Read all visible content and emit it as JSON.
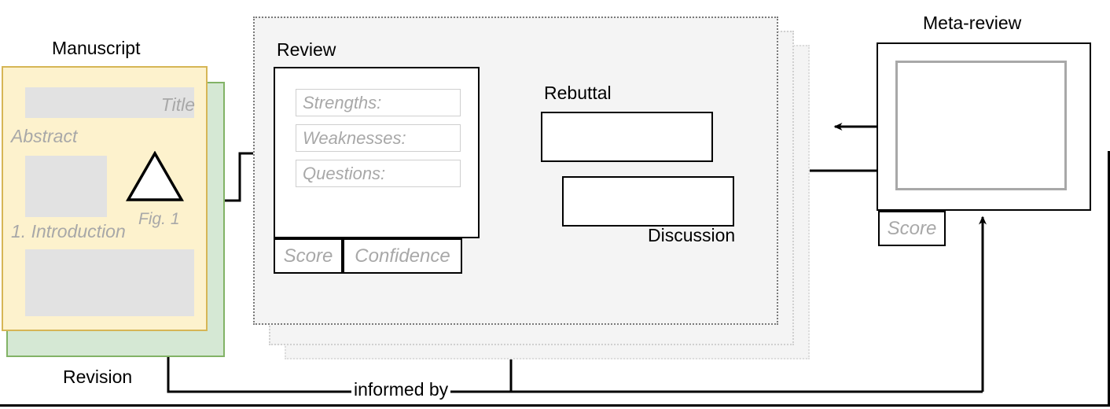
{
  "figure": {
    "title": "Peer review process diagram",
    "colors": {
      "manuscript_fill": "#fdf2cd",
      "manuscript_border": "#d6b656",
      "revision_fill": "#d5e8d4",
      "revision_border": "#82b366",
      "panel_fill": "#f4f4f4",
      "panel_border": "#7a7a7a",
      "placeholder_text": "#a8a8a8",
      "block_fill": "#e2e2e2",
      "line": "#000000"
    }
  },
  "manuscript": {
    "label": "Manuscript",
    "title_placeholder": "Title",
    "abstract_heading": "Abstract",
    "figure_caption": "Fig. 1",
    "intro_heading": "1. Introduction"
  },
  "revision": {
    "label": "Revision"
  },
  "review": {
    "label": "Review",
    "fields": [
      {
        "name": "strengths",
        "label": "Strengths:"
      },
      {
        "name": "weaknesses",
        "label": "Weaknesses:"
      },
      {
        "name": "questions",
        "label": "Questions:"
      }
    ],
    "score_label": "Score",
    "confidence_label": "Confidence"
  },
  "rebuttal": {
    "label": "Rebuttal"
  },
  "discussion": {
    "label": "Discussion"
  },
  "metareview": {
    "label": "Meta-review",
    "score_label": "Score"
  },
  "edges": {
    "informed_by_label": "informed by"
  }
}
